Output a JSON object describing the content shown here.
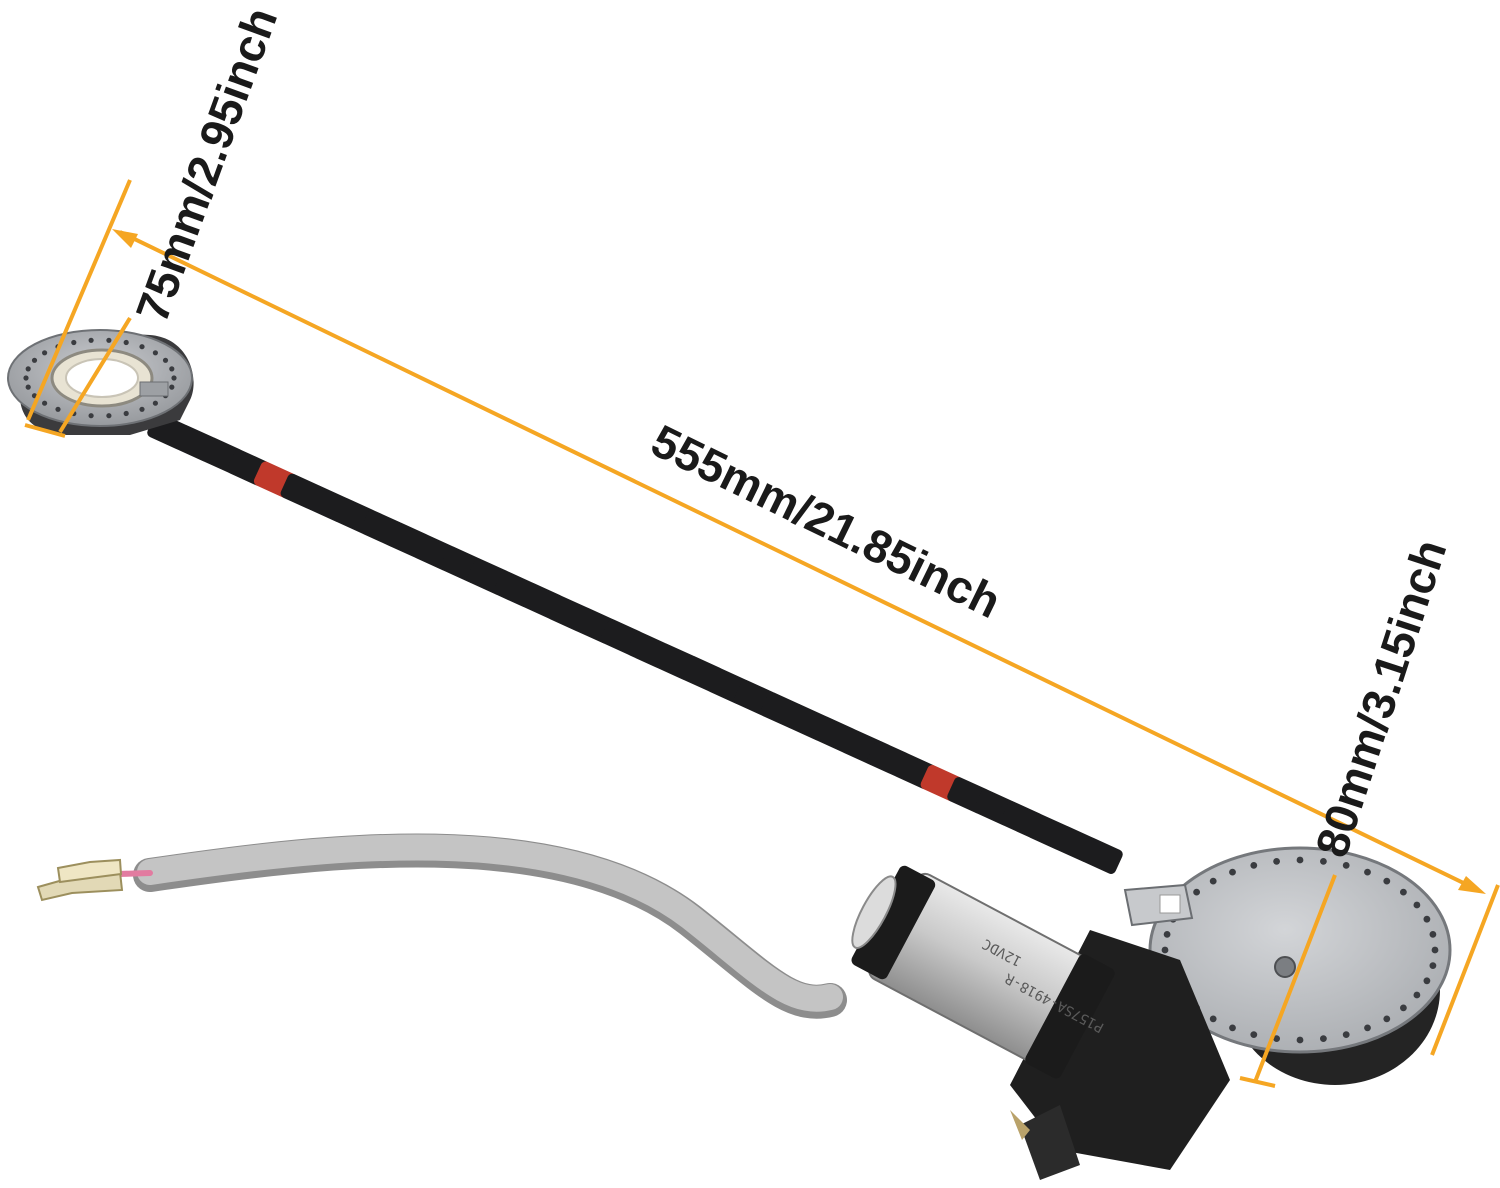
{
  "dimensions": {
    "ring_diameter": "75mm/2.95inch",
    "mast_length": "555mm/21.85inch",
    "gear_diameter": "80mm/3.15inch"
  },
  "motor": {
    "model_print": "P157SA-4918-R",
    "voltage_print": "12VDC"
  },
  "colors": {
    "dimension_line": "#F5A623",
    "segment_black": "#1c1c1e",
    "segment_red": "#c0392b",
    "metal": "#b9bcc0",
    "cable": "#b7b7b7"
  }
}
